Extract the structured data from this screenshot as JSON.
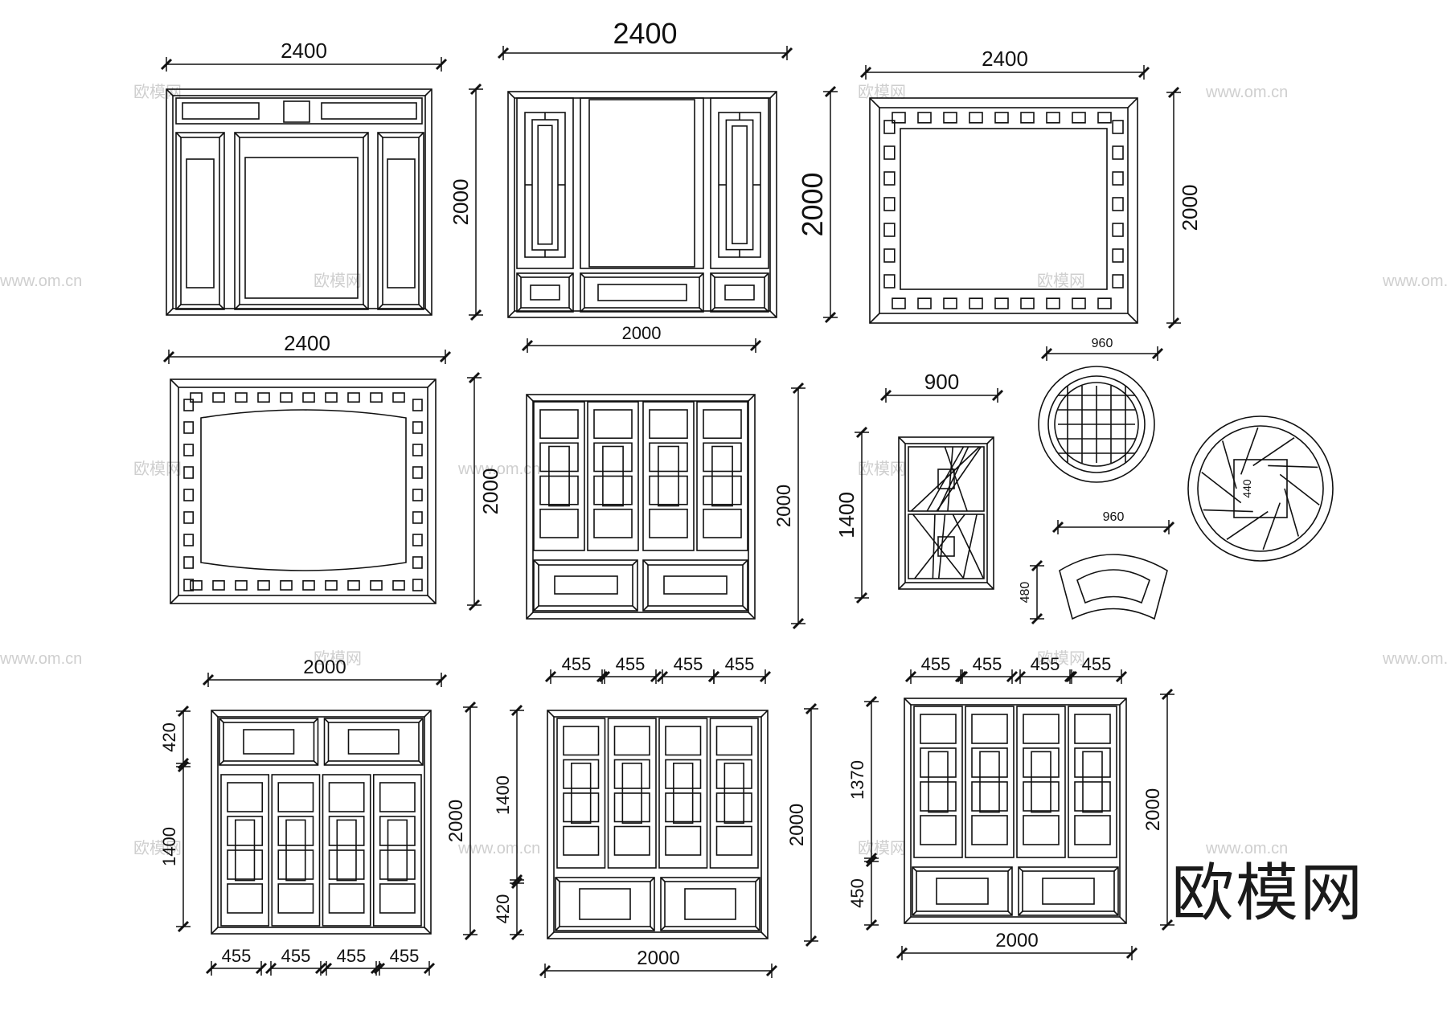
{
  "watermark": {
    "brand_text": "欧模网",
    "repeat_text": "www.om.cn"
  },
  "panels": [
    {
      "id": "p1",
      "width": "2400",
      "height": "2000"
    },
    {
      "id": "p2",
      "width": "2400",
      "height": "2000"
    },
    {
      "id": "p3",
      "width": "2400",
      "height": "2000"
    },
    {
      "id": "p4",
      "width": "2400",
      "height": "2000"
    },
    {
      "id": "p5",
      "width": "2000",
      "height": "2000"
    },
    {
      "id": "p6",
      "width": "900",
      "height": "1400"
    },
    {
      "id": "p7",
      "width": "960"
    },
    {
      "id": "p8",
      "width": "960",
      "height": "480"
    },
    {
      "id": "p9",
      "inner": "440"
    },
    {
      "id": "p10",
      "width": "2000",
      "top": "420",
      "middle": "1400",
      "height": "2000",
      "cols": [
        "455",
        "455",
        "455",
        "455"
      ]
    },
    {
      "id": "p11",
      "width": "2000",
      "top": "1400",
      "bottom": "420",
      "height": "2000",
      "cols": [
        "455",
        "455",
        "455",
        "455"
      ]
    },
    {
      "id": "p12",
      "width": "2000",
      "top": "1370",
      "bottom": "450",
      "height": "2000",
      "cols": [
        "455",
        "455",
        "455",
        "455"
      ]
    }
  ]
}
